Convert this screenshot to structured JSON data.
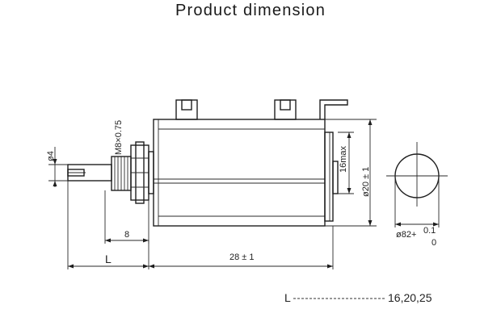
{
  "title": "Product dimension",
  "labels": {
    "shaft_dia": "ø4",
    "thread": "M8×0.75",
    "height_max": "16max",
    "body_dia": "ø20 ± 1",
    "bushing_len": "8",
    "body_len": "28 ± 1",
    "overall_len": "L",
    "end_dia": "ø82+",
    "end_dia_upper": "0.1",
    "end_dia_lower": "0"
  },
  "legend": {
    "key": "L",
    "values": "16,20,25"
  }
}
